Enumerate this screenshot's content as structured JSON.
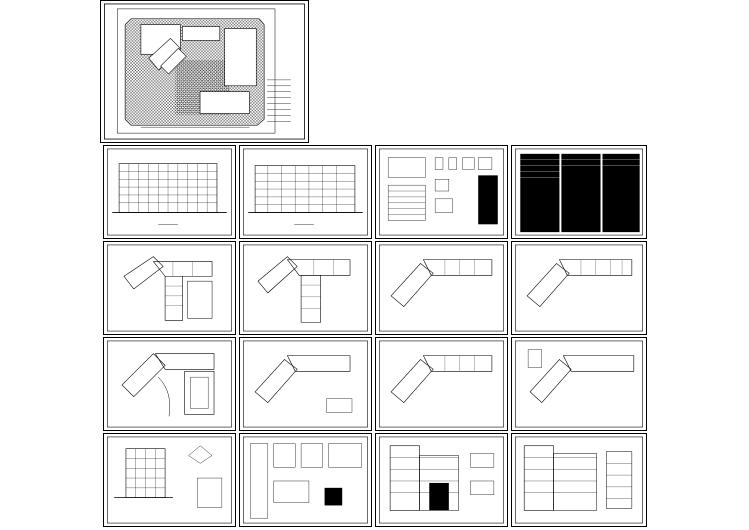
{
  "canvas": {
    "background": "#ffffff",
    "line_color": "#000000"
  },
  "sheets": [
    {
      "id": "site-plan",
      "kind": "site-plan"
    },
    {
      "id": "elevation-front",
      "kind": "elevation"
    },
    {
      "id": "elevation-rear",
      "kind": "elevation"
    },
    {
      "id": "details-doors-windows",
      "kind": "details"
    },
    {
      "id": "design-notes",
      "kind": "text-table"
    },
    {
      "id": "floor-plan-1",
      "kind": "floor-plan"
    },
    {
      "id": "floor-plan-2",
      "kind": "floor-plan"
    },
    {
      "id": "floor-plan-3",
      "kind": "floor-plan"
    },
    {
      "id": "floor-plan-4",
      "kind": "floor-plan"
    },
    {
      "id": "floor-plan-5",
      "kind": "floor-plan"
    },
    {
      "id": "floor-plan-6",
      "kind": "floor-plan"
    },
    {
      "id": "floor-plan-7",
      "kind": "floor-plan"
    },
    {
      "id": "floor-plan-8",
      "kind": "floor-plan"
    },
    {
      "id": "side-elevation",
      "kind": "elevation"
    },
    {
      "id": "section-details",
      "kind": "details"
    },
    {
      "id": "section-1",
      "kind": "section"
    },
    {
      "id": "section-2",
      "kind": "section"
    }
  ]
}
